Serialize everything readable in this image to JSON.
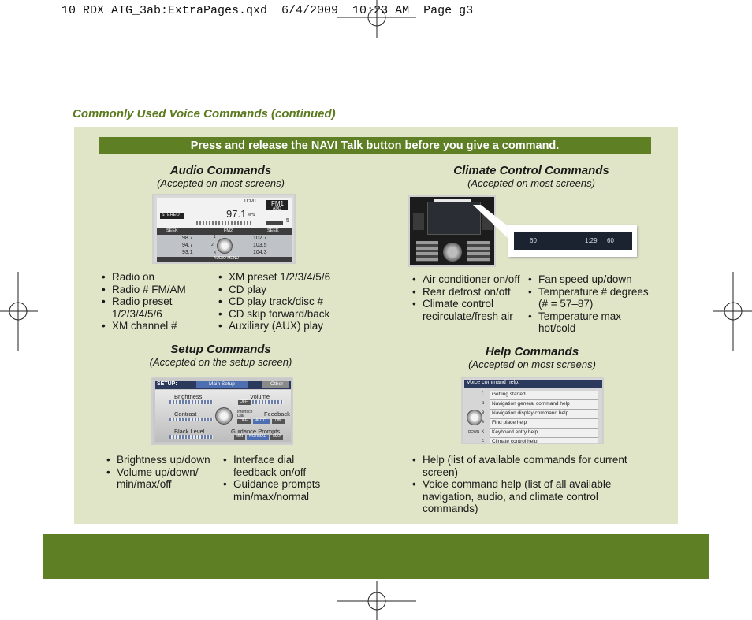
{
  "slug": "10 RDX ATG_3ab:ExtraPages.qxd  6/4/2009  10:23 AM  Page g3",
  "section_title": "Commonly Used Voice Commands (continued)",
  "banner": "Press and release the NAVI Talk button before you give a command.",
  "audio": {
    "title": "Audio Commands",
    "subtitle": "(Accepted on most screens)",
    "col1": [
      "Radio on",
      "Radio # FM/AM",
      "Radio preset 1/2/3/4/5/6",
      "XM channel #"
    ],
    "col2": [
      "XM preset 1/2/3/4/5/6",
      "CD play",
      "CD play track/disc #",
      "CD skip forward/back",
      "Auxiliary (AUX) play"
    ],
    "screen": {
      "tcmt": "TCMT",
      "band": "FM1",
      "band_sub": "ADD",
      "freq": "97.1",
      "freq_unit": "MHz",
      "preset_num": "5",
      "stereo": "STEREO",
      "seek": "SEEK",
      "fm": "FM2",
      "seek2": "SEEK",
      "presets_left": [
        "98.7",
        "94.7",
        "93.1"
      ],
      "presets_right": [
        "102.7",
        "103.5",
        "104.3"
      ],
      "menu": "AUDIO MENU",
      "dial": [
        "1",
        "2",
        "3"
      ]
    }
  },
  "setup": {
    "title": "Setup Commands",
    "subtitle": "(Accepted on the setup screen)",
    "col1": [
      "Brightness up/down",
      "Volume up/down/ min/max/off"
    ],
    "col2": [
      "Interface dial feedback on/off",
      "Guidance prompts min/max/normal"
    ],
    "screen": {
      "header": "SETUP:",
      "tab_main": "Main Setup",
      "tab_other": "Other",
      "brightness": "Brightness",
      "volume": "Volume",
      "volume_btn": "OFF",
      "contrast": "Contrast",
      "interface_dial": "Interface Dial",
      "feedback": "Feedback",
      "feedback_off": "OFF",
      "feedback_auto": "AUTO",
      "feedback_on": "ON",
      "black_level": "Black Level",
      "guidance": "Guidance Prompts",
      "guidance_min": "MIN",
      "guidance_normal": "NORMAL",
      "guidance_max": "MAX"
    }
  },
  "climate": {
    "title": "Climate Control Commands",
    "subtitle": "(Accepted on most screens)",
    "col1": [
      "Air conditioner on/off",
      "Rear defrost on/off",
      "Climate control recirculate/fresh air"
    ],
    "col2": [
      "Fan speed up/down",
      "Temperature # degrees (# = 57–87)",
      "Temperature max hot/cold"
    ],
    "display": {
      "left": "60",
      "time": "1:29",
      "right": "60"
    }
  },
  "help": {
    "title": "Help Commands",
    "subtitle": "(Accepted on most screens)",
    "col1": [
      "Help (list of available commands for current screen)",
      "Voice command help (list of all available navigation, audio, and climate control commands)"
    ],
    "screen": {
      "header": "Voice command help:",
      "items": [
        "Getting started",
        "Navigation general command help",
        "Navigation display command help",
        "Find place help",
        "Keyboard entry help",
        "Climate control help"
      ],
      "letters": [
        "f",
        "p",
        "e",
        "s",
        "k",
        "c"
      ],
      "down": "DOWN"
    }
  },
  "colors": {
    "accent": "#5e7f24",
    "panel": "#dfe5c6",
    "title_green": "#5b7a1e"
  }
}
